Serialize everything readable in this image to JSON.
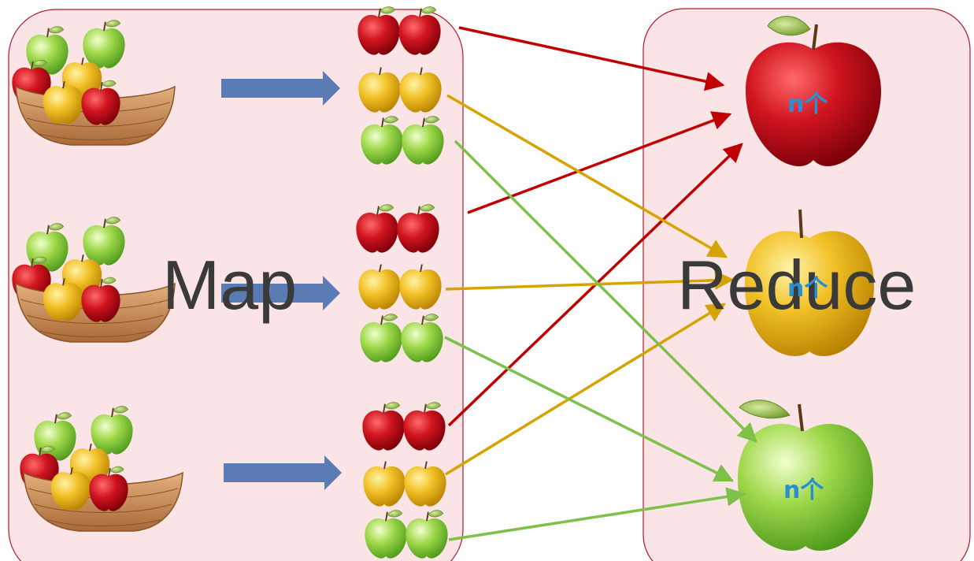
{
  "labels": {
    "map": "Map",
    "reduce": "Reduce"
  },
  "counts": {
    "red": "n个",
    "yellow": "n个",
    "green": "n个"
  },
  "colors": {
    "panel_fill": "#fbe4e6",
    "panel_border": "#b01a2a",
    "map_arrow": "#5b7bb5",
    "red_line": "#c00000",
    "yellow_line": "#d6a400",
    "green_line": "#7dc04a",
    "red_apple": "#c8101e",
    "yellow_apple": "#f0bd23",
    "green_apple": "#8fcf3a",
    "count_text": "#2a8fd0"
  },
  "icons": {
    "basket": "apple-basket-icon",
    "red_apple": "red-apple-icon",
    "yellow_apple": "yellow-apple-icon",
    "green_apple": "green-apple-icon"
  }
}
